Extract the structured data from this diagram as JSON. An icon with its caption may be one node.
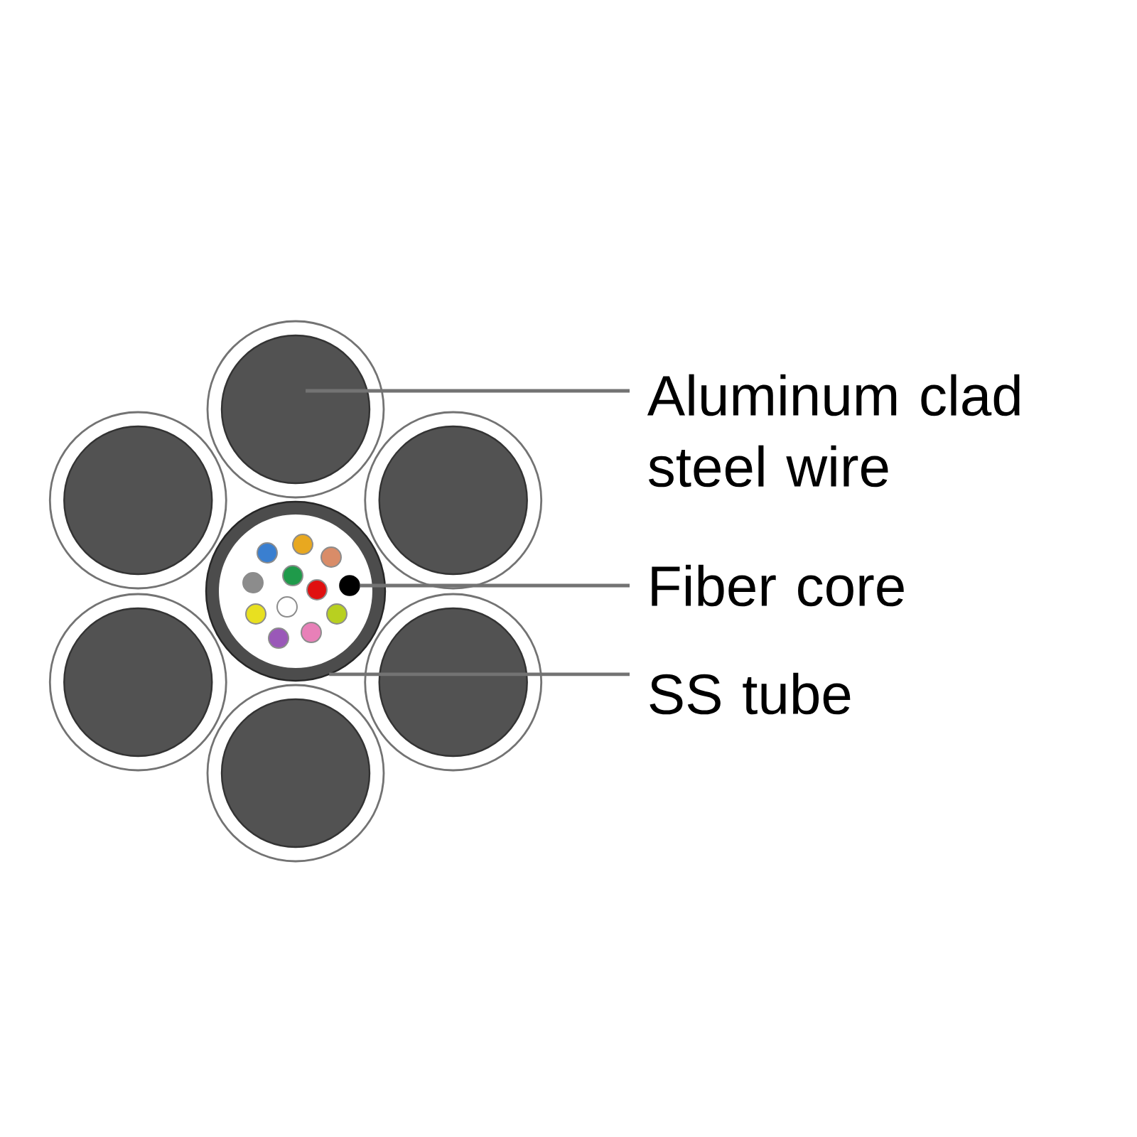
{
  "diagram": {
    "nodes": [
      {
        "text": [
          "Aluminum clad steel wire"
        ]
      },
      {
        "text": [
          "Fiber core"
        ]
      },
      {
        "text": [
          "SS tube"
        ]
      },
      {
        "text": [],
        "shape": "circle"
      },
      {
        "text": [],
        "shape": "circle",
        "in": 5
      },
      {
        "text": [],
        "shape": "circle"
      }
    ],
    "edges": [
      {
        "from": 0,
        "to": 3,
        "arrow": "none"
      },
      {
        "from": 1,
        "to": 4,
        "arrow": "none"
      },
      {
        "from": 2,
        "to": 5,
        "arrow": "none"
      }
    ]
  }
}
